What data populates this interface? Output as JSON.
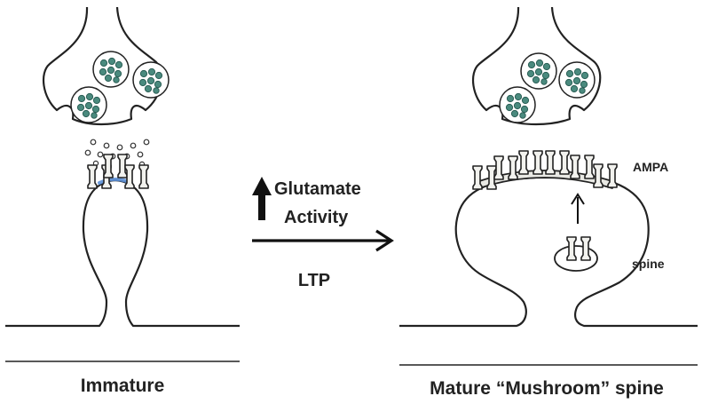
{
  "labels": {
    "left_caption": "Immature",
    "right_caption": "Mature “Mushroom” spine",
    "glutamate": "Glutamate",
    "activity": "Activity",
    "ltp": "LTP",
    "ampa": "AMPA",
    "spine": "spine"
  },
  "colors": {
    "stroke": "#222222",
    "vesicle_dot": "#4a8a7e",
    "vesicle_dot_edge": "#2c5f56",
    "postsynaptic_highlight": "#5b8fd6",
    "receptor_fill": "#f2f2ee"
  },
  "icons": {
    "increase_arrow": "up-arrow-icon",
    "process_arrow": "right-arrow-icon",
    "trafficking_arrow": "up-arrow-icon"
  }
}
